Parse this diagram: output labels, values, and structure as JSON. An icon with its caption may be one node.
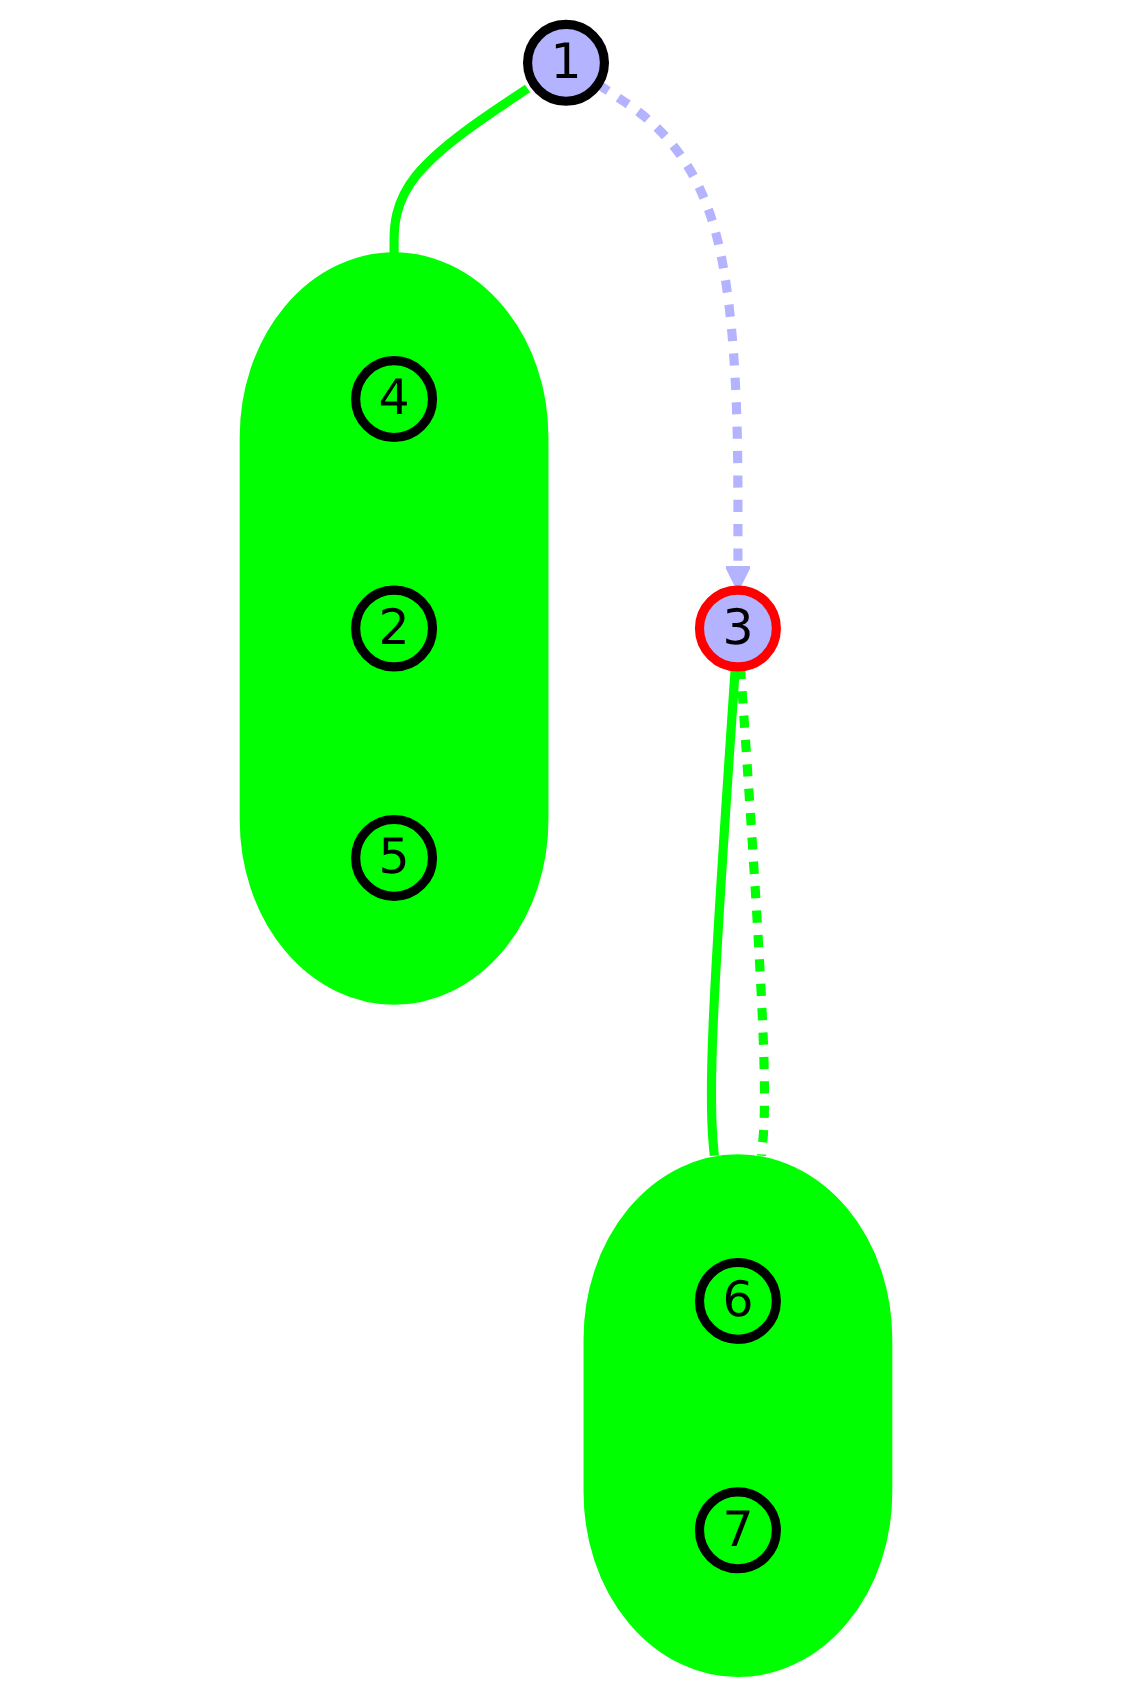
{
  "diagram": {
    "nodes": [
      {
        "text": [],
        "shape": "cloud"
      },
      {
        "text": [
          "4"
        ],
        "in": 0
      },
      {
        "text": [
          "2"
        ],
        "in": 0
      },
      {
        "text": [
          "5"
        ],
        "in": 0
      },
      {
        "text": [
          "1"
        ]
      },
      {
        "text": [],
        "shape": "cloud"
      },
      {
        "text": [
          "6"
        ],
        "in": 5
      },
      {
        "text": [
          "3"
        ]
      },
      {
        "text": [
          "7"
        ],
        "in": 5
      }
    ],
    "edges": [
      {
        "from": 4,
        "to": 0,
        "arrow": "none",
        "color": "#00ff00"
      },
      {
        "from": 4,
        "to": 7,
        "arrow": "to",
        "style": "dashed",
        "color": "#b3b3ff"
      },
      {
        "from": 7,
        "to": 5,
        "arrow": "none",
        "color": "#00ff00"
      },
      {
        "from": 7,
        "to": 5,
        "arrow": "none",
        "style": "dashed",
        "color": "#00ff00"
      }
    ]
  }
}
